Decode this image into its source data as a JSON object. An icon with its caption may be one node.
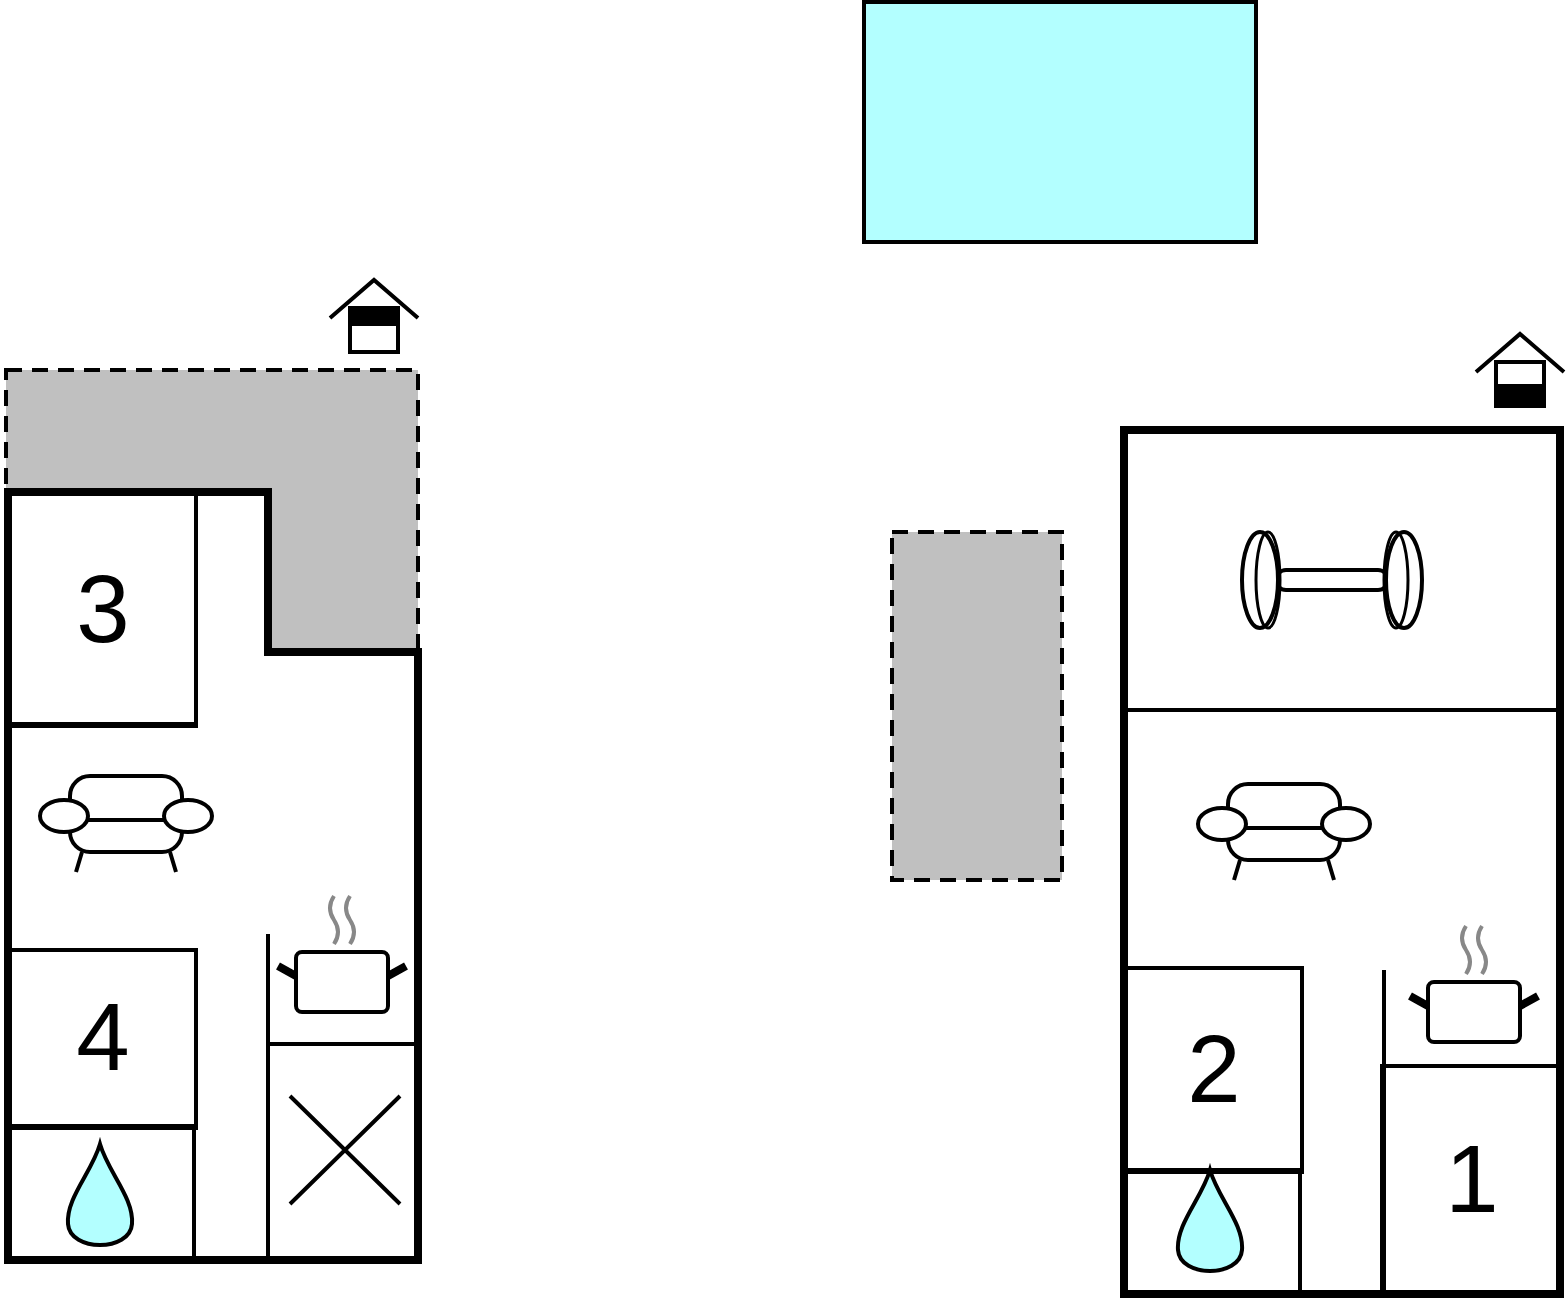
{
  "diagram": {
    "nodes": [
      {
        "text": [
          "3"
        ]
      },
      {
        "text": [
          "4"
        ]
      },
      {
        "text": [
          "2"
        ]
      },
      {
        "text": [
          "1"
        ]
      },
      {
        "text": [],
        "shape": "box"
      },
      {
        "text": [],
        "shape": "box"
      }
    ]
  }
}
